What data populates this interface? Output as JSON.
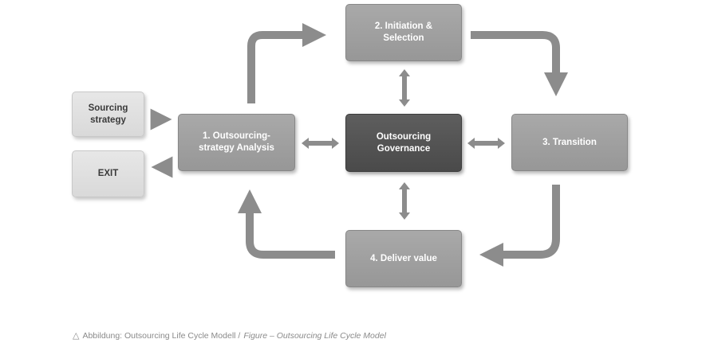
{
  "diagram": {
    "boxes": {
      "sourcing_strategy": "Sourcing\nstrategy",
      "exit": "EXIT",
      "analysis": "1. Outsourcing-\nstrategy Analysis",
      "initiation": "2. Initiation &\nSelection",
      "governance": "Outsourcing\nGovernance",
      "transition": "3. Transition",
      "deliver": "4. Deliver value"
    },
    "colors": {
      "arrow": "#8c8c8c",
      "box_mid": "#a3a3a3",
      "box_dark": "#555555",
      "box_light": "#e2e2e2"
    }
  },
  "caption": {
    "icon": "triangle-outline-icon",
    "german": "Abbildung: Outsourcing Life Cycle Modell / ",
    "english": "Figure – Outsourcing Life Cycle Model"
  }
}
